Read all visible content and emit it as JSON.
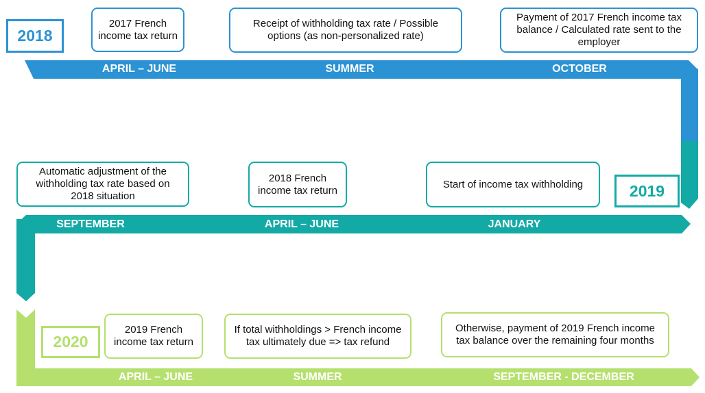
{
  "colors": {
    "row_2018": "#2b92d3",
    "row_2019": "#13aaa6",
    "row_2020": "#b5e06e",
    "text_on_band": "#ffffff",
    "box_text": "#111111"
  },
  "rows": {
    "r2018": {
      "year": "2018",
      "periods": [
        "APRIL – JUNE",
        "SUMMER",
        "OCTOBER"
      ],
      "events": [
        "2017 French income tax return",
        "Receipt of withholding tax rate / Possible options (as non-personalized rate)",
        "Payment of 2017 French income tax balance / Calculated rate sent to the employer"
      ]
    },
    "r2019": {
      "year": "2019",
      "periods": [
        "SEPTEMBER",
        "APRIL – JUNE",
        "JANUARY"
      ],
      "events": [
        "Automatic adjustment of the withholding tax rate based on 2018 situation",
        "2018 French income tax return",
        "Start of income tax withholding"
      ]
    },
    "r2020": {
      "year": "2020",
      "periods": [
        "APRIL – JUNE",
        "SUMMER",
        "SEPTEMBER - DECEMBER"
      ],
      "events": [
        "2019 French income tax return",
        "If total withholdings > French income tax ultimately due => tax refund",
        "Otherwise, payment of 2019 French income tax balance over the remaining four months"
      ]
    }
  }
}
